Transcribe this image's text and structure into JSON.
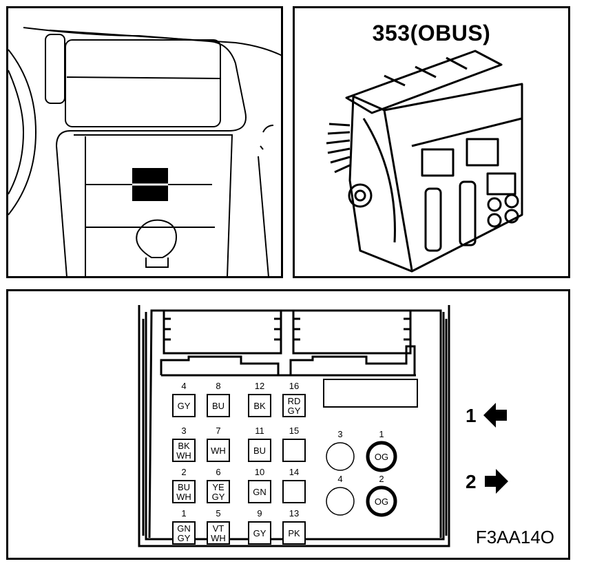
{
  "connector_title": "353(OBUS)",
  "figure_code": "F3AA14O",
  "arrows": [
    {
      "label": "1",
      "direction": "left"
    },
    {
      "label": "2",
      "direction": "right"
    }
  ],
  "pins": [
    {
      "num": "4",
      "code": [
        "GY"
      ]
    },
    {
      "num": "8",
      "code": [
        "BU"
      ]
    },
    {
      "num": "12",
      "code": [
        "BK"
      ]
    },
    {
      "num": "16",
      "code": [
        "RD",
        "GY"
      ]
    },
    {
      "num": "3",
      "code": [
        "BK",
        "WH"
      ]
    },
    {
      "num": "7",
      "code": [
        "WH"
      ]
    },
    {
      "num": "11",
      "code": [
        "BU"
      ]
    },
    {
      "num": "15",
      "code": []
    },
    {
      "num": "2",
      "code": [
        "BU",
        "WH"
      ]
    },
    {
      "num": "6",
      "code": [
        "YE",
        "GY"
      ]
    },
    {
      "num": "10",
      "code": [
        "GN"
      ]
    },
    {
      "num": "14",
      "code": []
    },
    {
      "num": "1",
      "code": [
        "GN",
        "GY"
      ]
    },
    {
      "num": "5",
      "code": [
        "VT",
        "WH"
      ]
    },
    {
      "num": "9",
      "code": [
        "GY"
      ]
    },
    {
      "num": "13",
      "code": [
        "PK"
      ]
    }
  ],
  "round_pins": [
    {
      "num": "3",
      "code": ""
    },
    {
      "num": "1",
      "code": "OG"
    },
    {
      "num": "4",
      "code": ""
    },
    {
      "num": "2",
      "code": "OG"
    }
  ]
}
